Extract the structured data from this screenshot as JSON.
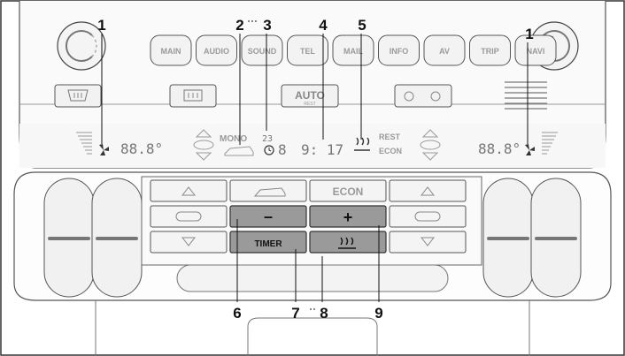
{
  "callouts": [
    "1",
    "2",
    "3",
    "4",
    "5",
    "1",
    "6",
    "7",
    "8",
    "9"
  ],
  "top_buttons": [
    "MAIN",
    "AUDIO",
    "SOUND",
    "TEL",
    "MAIL",
    "INFO",
    "AV",
    "TRIP",
    "NAVI"
  ],
  "auto_button": {
    "label": "AUTO",
    "sub": "REST"
  },
  "display": {
    "left_temp": "88.8°",
    "right_temp": "88.8°",
    "mono": "MONO",
    "date_digits": "23",
    "clock": "9: 17",
    "rest": "REST",
    "econ": "ECON",
    "eight_small": "8"
  },
  "panel": {
    "econ_label": "ECON",
    "minus_label": "–",
    "plus_label": "+",
    "timer_label": "TIMER"
  },
  "icons": [
    "fan-icon",
    "car-icon",
    "clock-icon",
    "heater-icon",
    "defrost-icon",
    "rear-defrost-icon",
    "recirculation-icon"
  ]
}
